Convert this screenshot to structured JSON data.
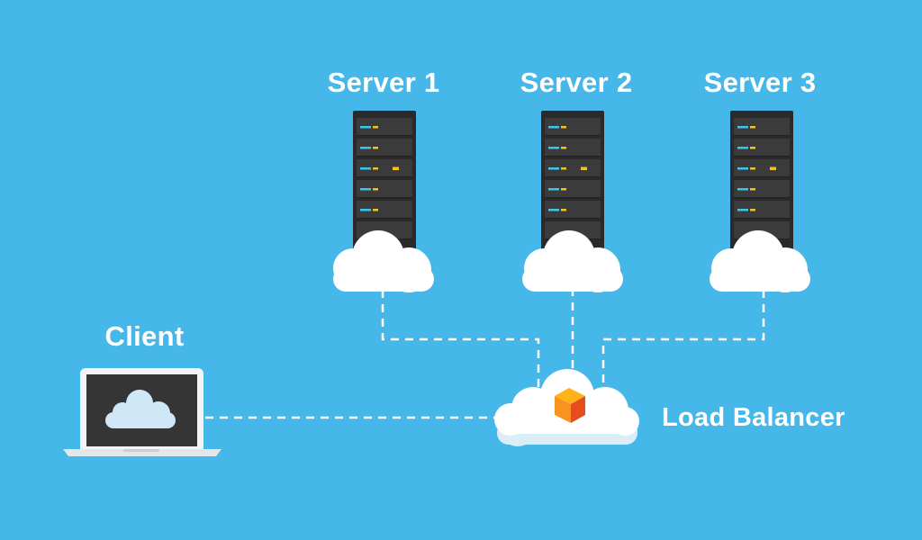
{
  "colors": {
    "background": "#45b7e8",
    "connector": "#ffffff",
    "server_body": "#2a2a2a",
    "server_slot": "#3b3b3b",
    "led_blue": "#3ec4ee",
    "led_yellow": "#f3c21f",
    "cloud": "#ffffff",
    "laptop_frame": "#f2f4f5",
    "laptop_screen": "#353535",
    "cube_top": "#ffb21a",
    "cube_left": "#f7941d",
    "cube_right": "#e74c1c"
  },
  "nodes": {
    "servers": [
      {
        "label": "Server 1"
      },
      {
        "label": "Server 2"
      },
      {
        "label": "Server 3"
      }
    ],
    "client": {
      "label": "Client"
    },
    "load_balancer": {
      "label": "Load Balancer"
    }
  },
  "icons": [
    "server-rack-icon",
    "cloud-icon",
    "laptop-icon",
    "cube-icon"
  ]
}
